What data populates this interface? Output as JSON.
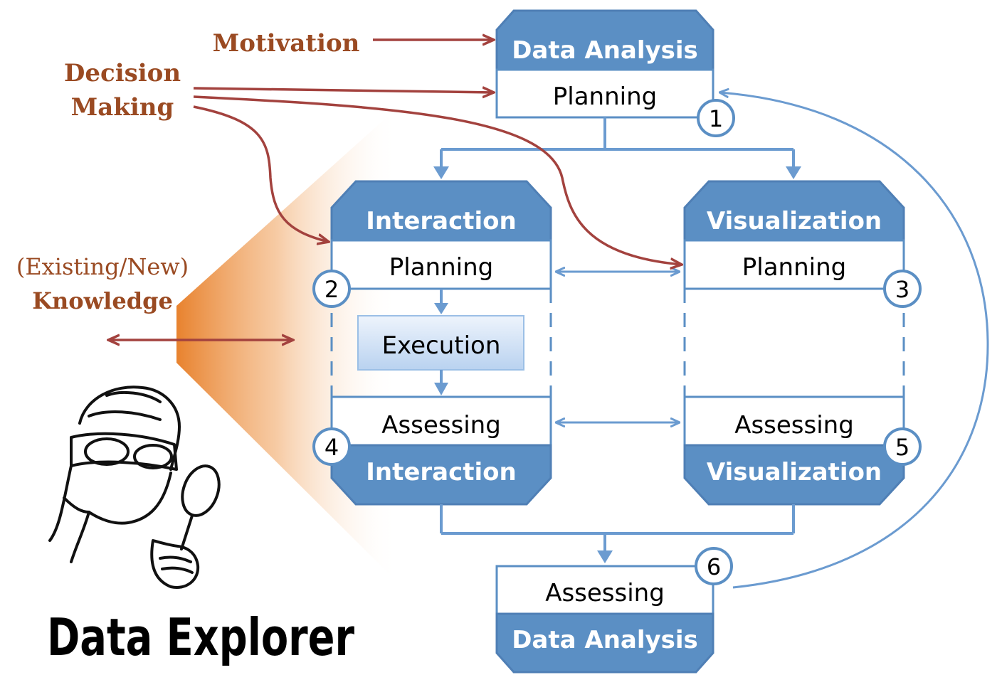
{
  "inputs": {
    "motivation": "Motivation",
    "decision_line1": "Decision",
    "decision_line2": "Making",
    "knowledge_line1": "(Existing/New)",
    "knowledge_line2": "Knowledge"
  },
  "data_analysis_top": {
    "header": "Data Analysis",
    "label": "Planning",
    "step": "1"
  },
  "interaction_top": {
    "header": "Interaction",
    "label": "Planning",
    "step": "2"
  },
  "execution": {
    "label": "Execution"
  },
  "visualization_top": {
    "header": "Visualization",
    "label": "Planning",
    "step": "3"
  },
  "interaction_bottom": {
    "label": "Assessing",
    "footer": "Interaction",
    "step": "4"
  },
  "visualization_bottom": {
    "label": "Assessing",
    "footer": "Visualization",
    "step": "5"
  },
  "data_analysis_bottom": {
    "label": "Assessing",
    "footer": "Data Analysis",
    "step": "6"
  },
  "explorer": {
    "title": "Data Explorer"
  },
  "colors": {
    "box_blue": "#5b8fc4",
    "box_border": "#4f7fb5",
    "connector": "#6b9bd0",
    "brown_arrow": "#a3423e",
    "brown_text": "#9a4a22",
    "orange": "#e8822e"
  }
}
